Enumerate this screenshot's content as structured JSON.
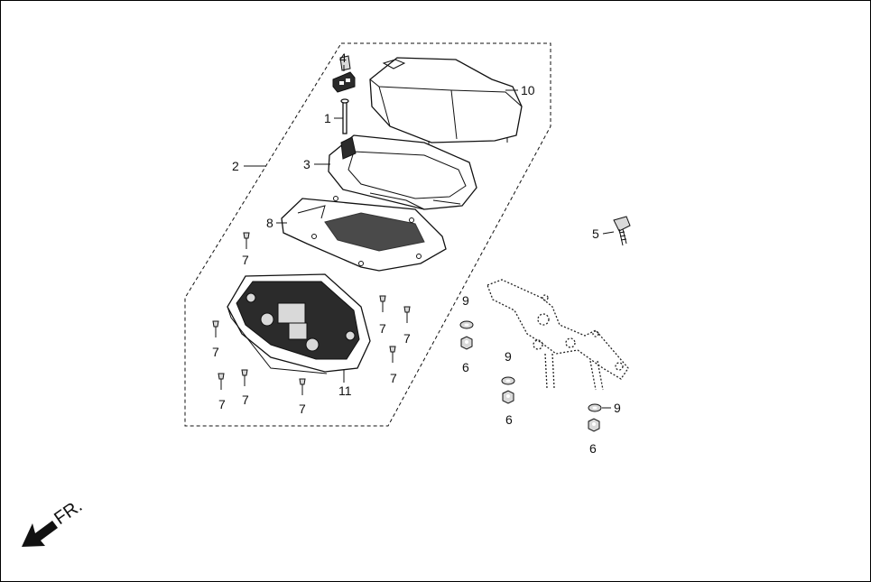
{
  "diagram": {
    "direction_label": "FR.",
    "callouts": {
      "c1": "1",
      "c2": "2",
      "c3": "3",
      "c4": "4",
      "c5": "5",
      "c6a": "6",
      "c6b": "6",
      "c6c": "6",
      "c7a": "7",
      "c7b": "7",
      "c7c": "7",
      "c7d": "7",
      "c7e": "7",
      "c7f": "7",
      "c7g": "7",
      "c7h": "7",
      "c8": "8",
      "c9a": "9",
      "c9b": "9",
      "c9c": "9",
      "c10": "10",
      "c11": "11"
    }
  }
}
